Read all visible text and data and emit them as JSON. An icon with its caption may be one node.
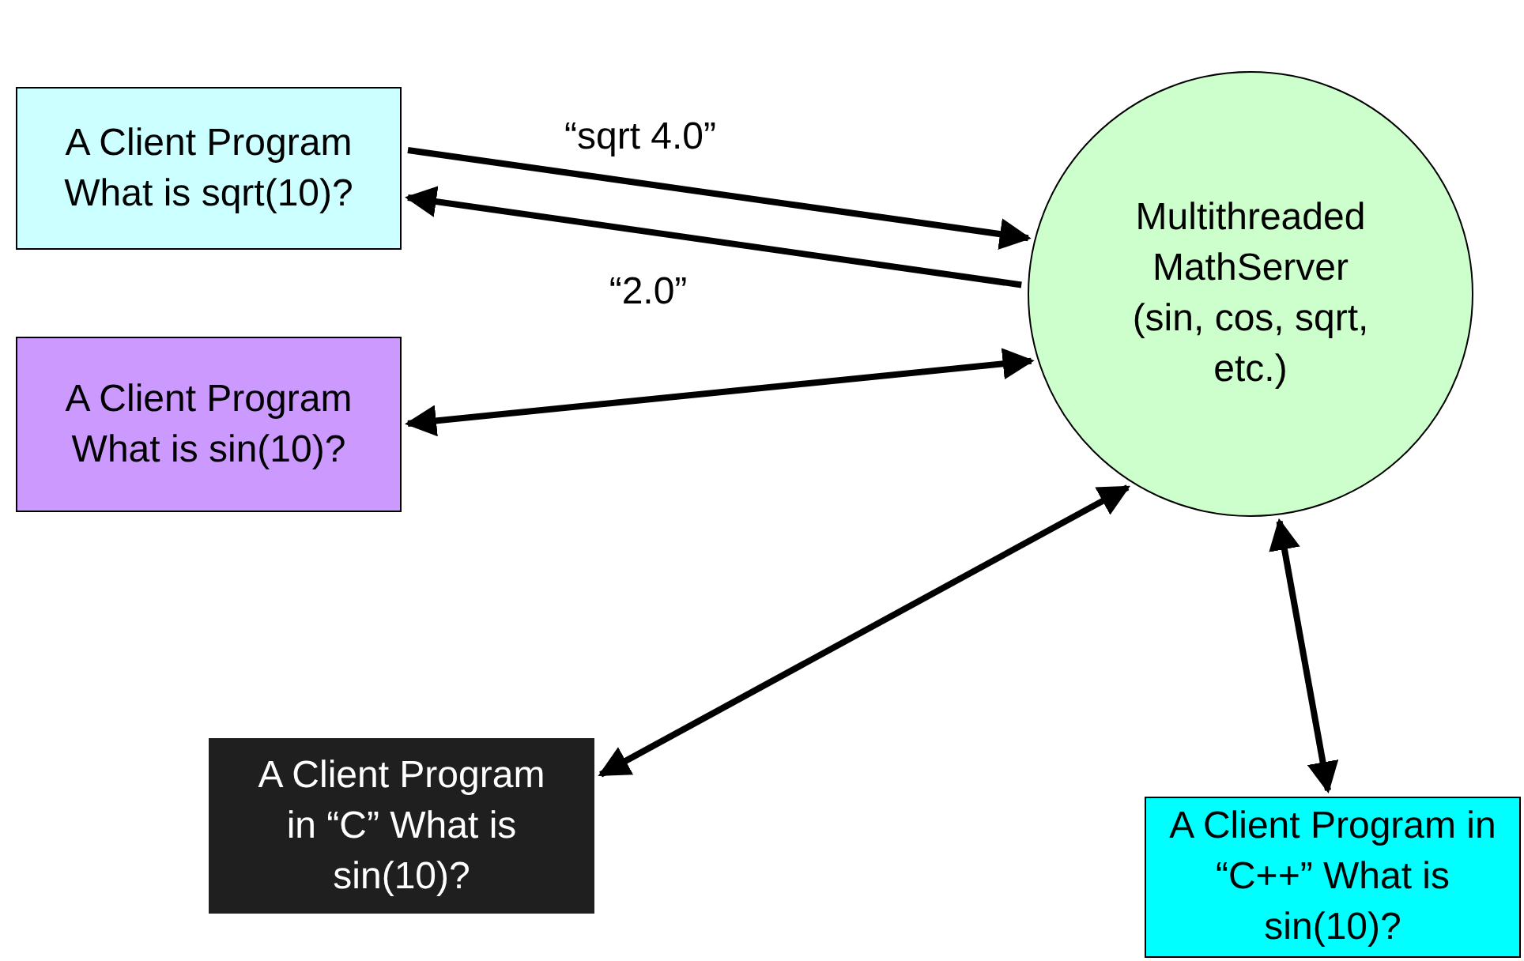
{
  "diagram": {
    "nodes": [
      {
        "text": [
          "A Client Program What is sqrt(10)?"
        ]
      },
      {
        "text": [
          "A Client Program What is sin(10)?"
        ]
      },
      {
        "text": [
          "Multithreaded MathServer",
          "(sin, cos, sqrt, etc.)"
        ]
      },
      {
        "text": [
          "A Client Program in “C” What is sin(10)?"
        ]
      },
      {
        "text": [
          "A Client Program in “C++” What is sin(10)?"
        ]
      }
    ],
    "edges": [
      {
        "from": 0,
        "to": 2,
        "arrow": "to",
        "label": "“sqrt 4.0”"
      },
      {
        "from": 2,
        "to": 0,
        "arrow": "to",
        "label": "“2.0”"
      },
      {
        "from": 1,
        "to": 2,
        "arrow": "both"
      },
      {
        "from": 3,
        "to": 2,
        "arrow": "both"
      },
      {
        "from": 4,
        "to": 2,
        "arrow": "both"
      }
    ]
  }
}
